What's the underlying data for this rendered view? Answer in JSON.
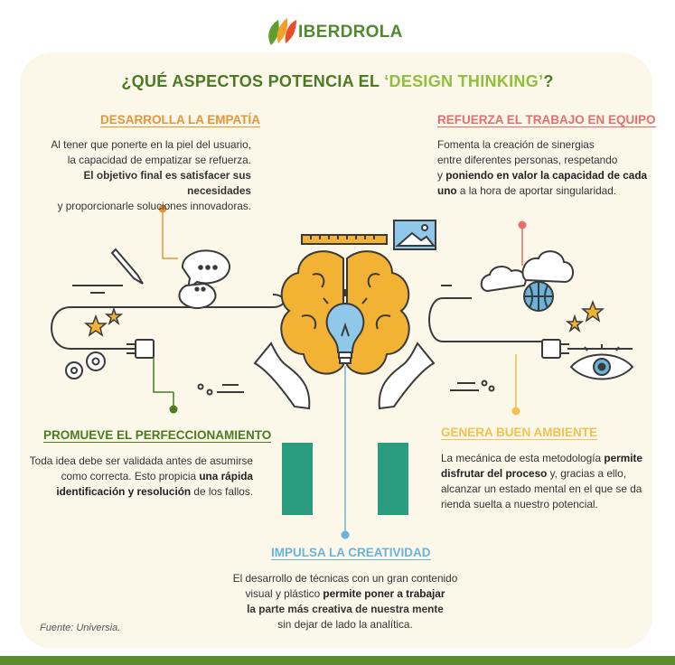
{
  "brand": {
    "name": "IBERDROLA"
  },
  "title": {
    "part1": "¿QUÉ ASPECTOS POTENCIA EL ",
    "part2": "‘DESIGN THINKING’",
    "part3": "?"
  },
  "sections": {
    "empathy": {
      "heading": "DESARROLLA LA EMPATÍA",
      "color": "#e8943a",
      "line1": "Al tener que ponerte en la piel del usuario,",
      "line2": "la capacidad de empatizar se refuerza.",
      "line3": "El objetivo final es satisfacer sus necesidades",
      "line4": "y proporcionarle soluciones innovadoras."
    },
    "teamwork": {
      "heading": "REFUERZA EL TRABAJO EN EQUIPO",
      "color": "#e56f6f",
      "line1": "Fomenta la creación de sinergias",
      "line2": "entre diferentes personas, respetando",
      "line3a": "y ",
      "line3b": "poniendo en valor la capacidad de cada",
      "line4a": "uno",
      "line4b": " a la hora de aportar singularidad."
    },
    "improvement": {
      "heading": "PROMUEVE EL PERFECCIONAMIENTO",
      "color": "#4a7b22",
      "line1": "Toda idea debe ser validada antes de asumirse",
      "line2a": "como correcta. Esto propicia ",
      "line2b": "una rápida",
      "line3a": "identificación y resolución",
      "line3b": " de los fallos."
    },
    "environment": {
      "heading": "GENERA BUEN AMBIENTE",
      "color": "#f2c14e",
      "line1a": "La mecánica de esta metodología ",
      "line1b": "permite",
      "line2a": "disfrutar del proceso",
      "line2b": " y, gracias a ello,",
      "line3": "alcanzar un estado mental en el que se da",
      "line4": "rienda suelta a nuestro potencial."
    },
    "creativity": {
      "heading": "IMPULSA LA CREATIVIDAD",
      "color": "#6bb3d9",
      "line1": "El desarrollo de técnicas con un gran contenido",
      "line2a": "visual y plástico ",
      "line2b": "permite poner a trabajar",
      "line3": "la parte más creativa de nuestra mente",
      "line4": "sin dejar de lado la analítica."
    }
  },
  "source": "Fuente: Universia.",
  "colors": {
    "brain": "#f2b234",
    "hands": "#2a9d7f",
    "outline": "#3a3a3a",
    "bulb": "#6bb3d9"
  }
}
